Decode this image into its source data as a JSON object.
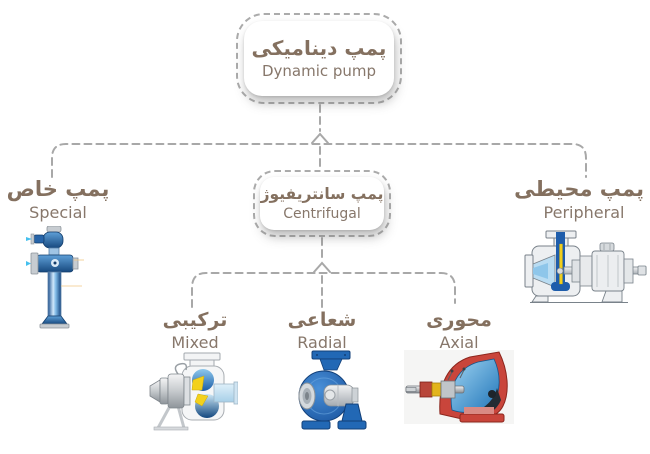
{
  "colors": {
    "background": "#ffffff",
    "label_fa": "#84705f",
    "label_en": "#87776b",
    "connector_dash": "#a8a8a8",
    "node_background": "#ffffff",
    "pump_blue": "#1e5dab",
    "pump_yellow": "#f2cf1b",
    "pump_red": "#c9453b"
  },
  "nodes": {
    "root": {
      "fa": "پمپ دینامیکی",
      "en": "Dynamic pump"
    },
    "centrifugal": {
      "fa": "پمپ سانتریفیوژ",
      "en": "Centrifugal"
    },
    "special": {
      "fa": "پمپ خاص",
      "en": "Special"
    },
    "peripheral": {
      "fa": "پمپ محیطی",
      "en": "Peripheral"
    },
    "mixed": {
      "fa": "ترکیبی",
      "en": "Mixed"
    },
    "radial": {
      "fa": "شعاعی",
      "en": "Radial"
    },
    "axial": {
      "fa": "محوری",
      "en": "Axial"
    }
  },
  "icons": {
    "special": "vertical-turbine-pump-illustration",
    "peripheral": "peripheral-pump-cross-section-illustration",
    "mixed": "mixed-flow-pump-illustration",
    "radial": "radial-centrifugal-pump-illustration",
    "axial": "axial-flow-pump-illustration"
  }
}
